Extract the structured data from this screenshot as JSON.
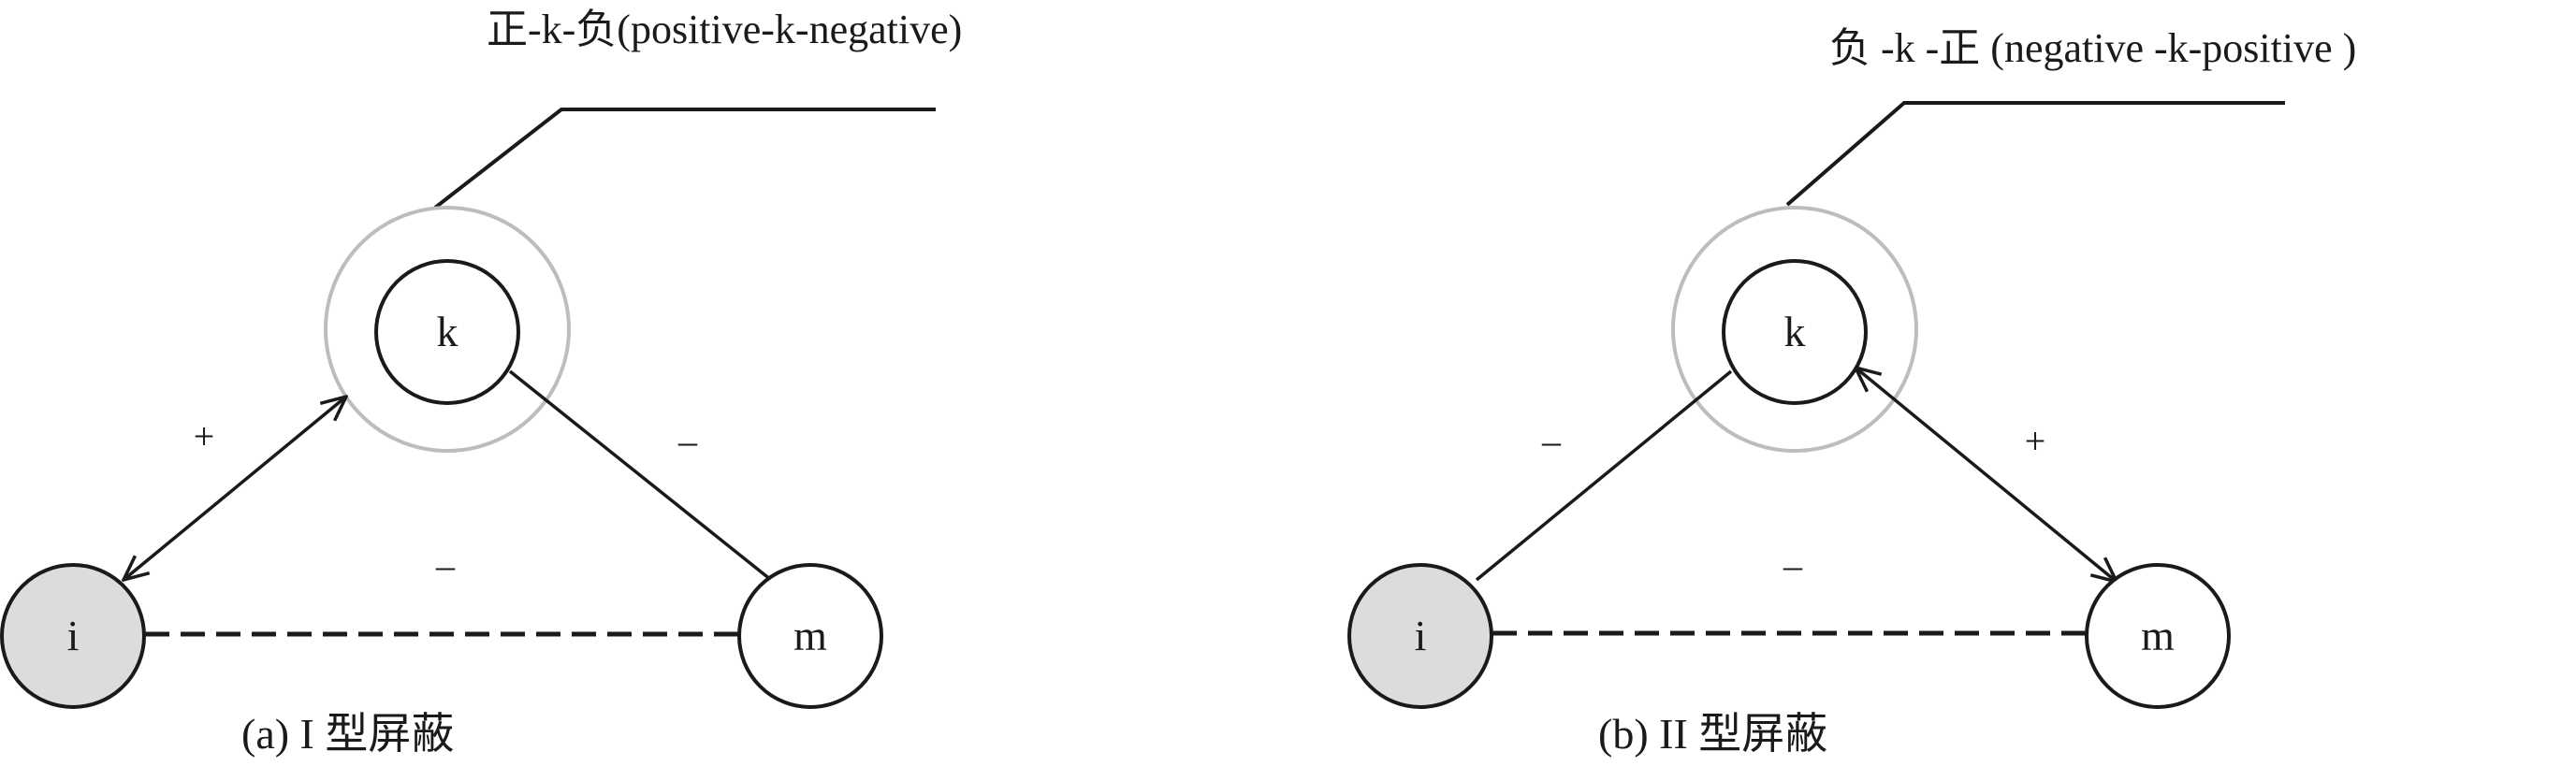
{
  "panel_a": {
    "title": "正-k-负(positive-k-negative)",
    "caption": "(a) I  型屏蔽",
    "node_k": "k",
    "node_i": "i",
    "node_m": "m",
    "sign_ik": "+",
    "sign_km": "–",
    "sign_im": "–"
  },
  "panel_b": {
    "title": "负 -k -正 (negative -k-positive )",
    "caption": "(b) II  型屏蔽",
    "node_k": "k",
    "node_i": "i",
    "node_m": "m",
    "sign_ik": "–",
    "sign_km": "+",
    "sign_im": "–"
  },
  "colors": {
    "line": "#1a1a1a",
    "halo": "#bdbdbd",
    "node_i_fill": "#dcdcdc",
    "node_fill": "#ffffff"
  }
}
